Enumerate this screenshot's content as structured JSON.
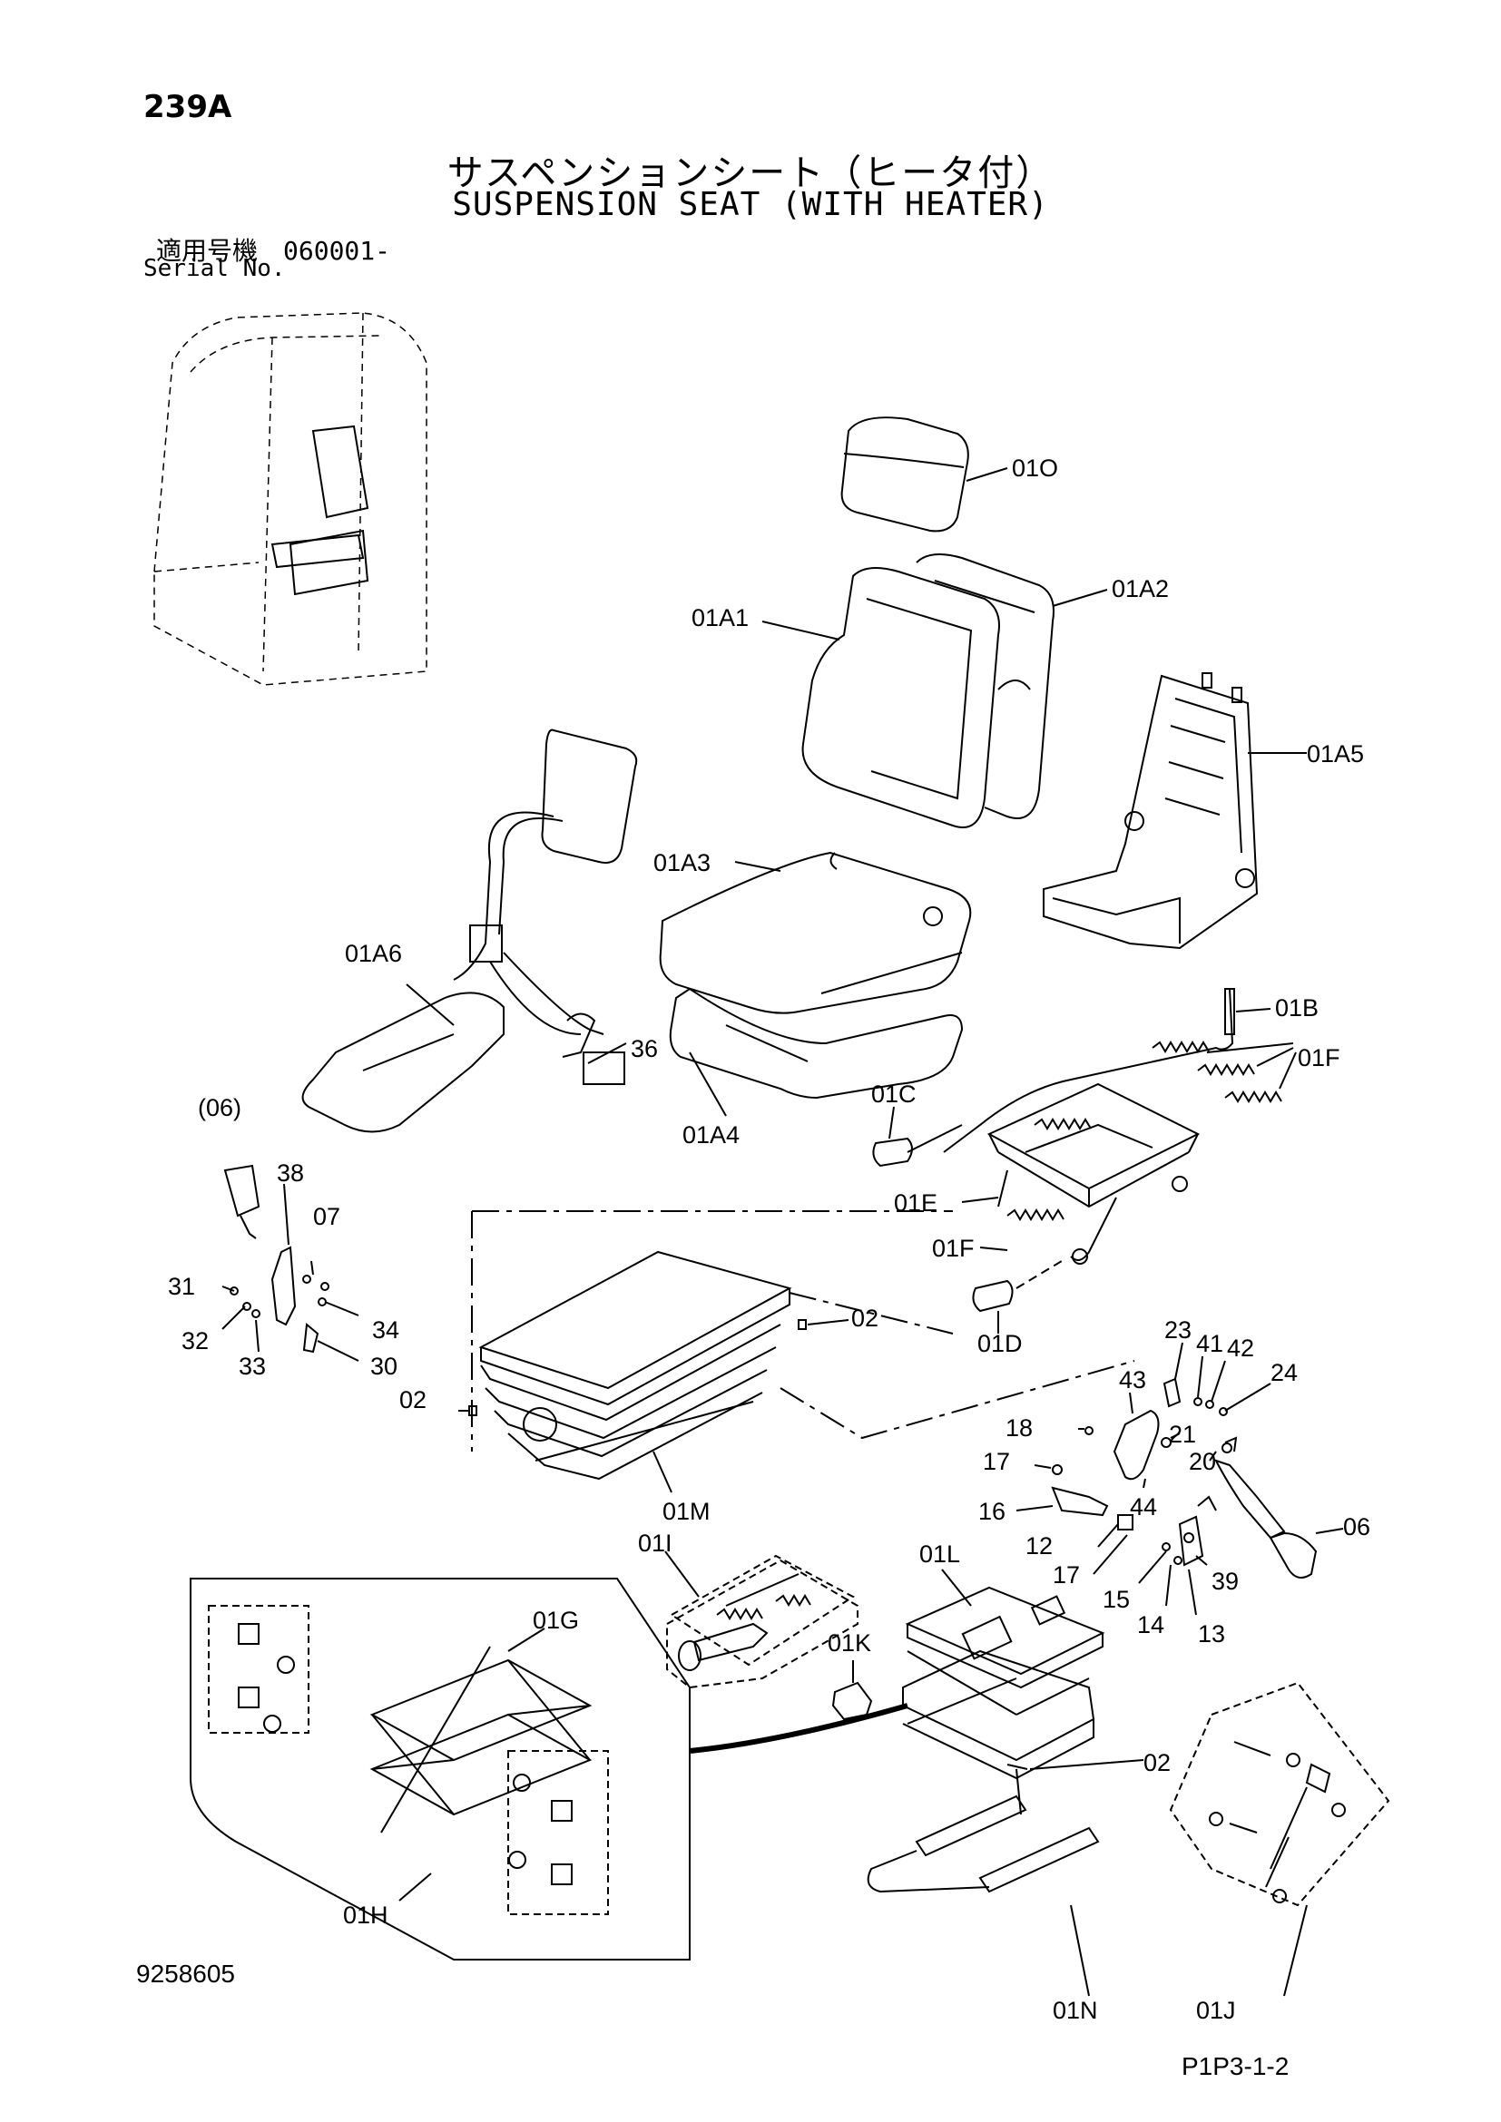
{
  "header": {
    "page_number": "239A",
    "title_jp": "サスペンションシート（ヒータ付）",
    "title_en": "SUSPENSION SEAT (WITH HEATER)",
    "serial_label_jp": "適用号機　060001-",
    "serial_label_en": "Serial No."
  },
  "footer": {
    "document_number": "9258605",
    "reference_code": "P1P3-1-2"
  },
  "callouts": {
    "c01O": "01O",
    "c01A1": "01A1",
    "c01A2": "01A2",
    "c01A5": "01A5",
    "c01A3": "01A3",
    "c01A6": "01A6",
    "c01B": "01B",
    "c36": "36",
    "c01F_a": "01F",
    "c01C": "01C",
    "c01A4": "01A4",
    "c06p": "(06)",
    "c38": "38",
    "c07": "07",
    "c01E": "01E",
    "c31": "31",
    "c01F_b": "01F",
    "c32": "32",
    "c34": "34",
    "c02_a": "02",
    "c33": "33",
    "c30": "30",
    "c01D": "01D",
    "c23": "23",
    "c41": "41",
    "c42": "42",
    "c24": "24",
    "c02_b": "02",
    "c43": "43",
    "c18": "18",
    "c21": "21",
    "c20": "20",
    "c17_a": "17",
    "c01M": "01M",
    "c16": "16",
    "c44": "44",
    "c06": "06",
    "c01I": "01I",
    "c12": "12",
    "c01L": "01L",
    "c17_b": "17",
    "c39": "39",
    "c15": "15",
    "c14": "14",
    "c13": "13",
    "c01G": "01G",
    "c01K": "01K",
    "c02_c": "02",
    "c01H": "01H",
    "c01N": "01N",
    "c01J": "01J"
  }
}
